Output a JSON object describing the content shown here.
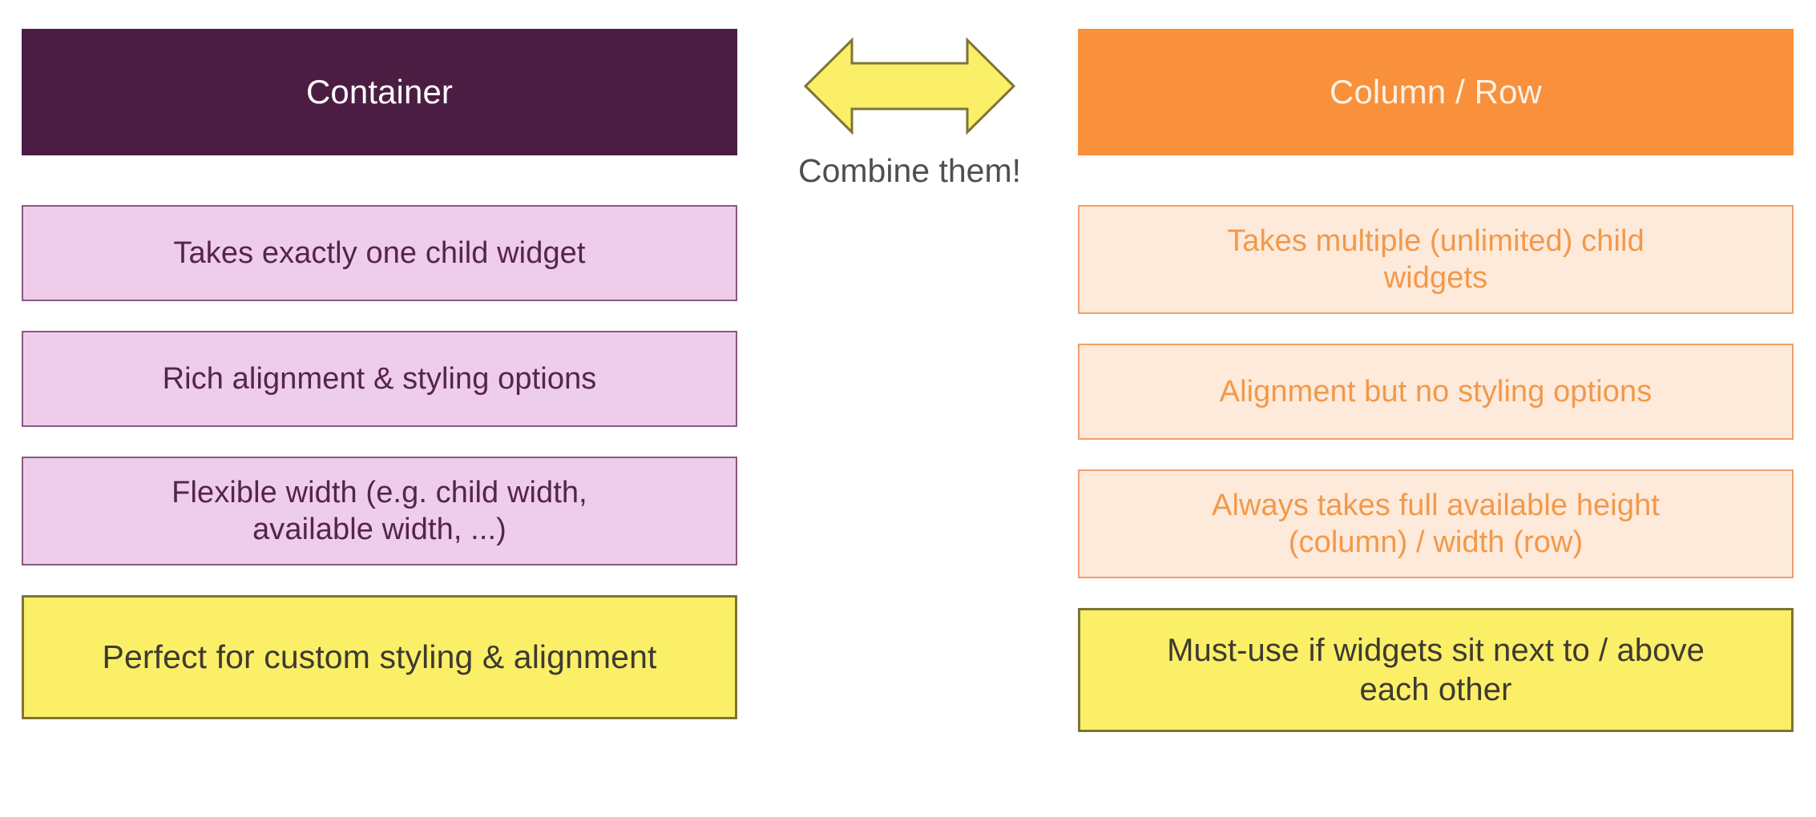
{
  "diagram": {
    "type": "two-column-comparison",
    "middle": {
      "arrow_icon": "double-headed-horizontal-arrow",
      "arrow_fill": "#fbef67",
      "arrow_stroke": "#7d7537",
      "caption": "Combine them!",
      "caption_color": "#4f4f4f"
    },
    "columns": [
      {
        "id": "container",
        "accent": "#4c1d43",
        "fill": "#eecdea",
        "border": "#8a5781",
        "header": "Container",
        "items": [
          {
            "line1": "Takes exactly one child widget",
            "line2": ""
          },
          {
            "line1": "Rich alignment & styling options",
            "line2": ""
          },
          {
            "line1": "Flexible width (e.g. child width,",
            "line2": "available width, ...)"
          }
        ],
        "highlight": {
          "line1": "Perfect for custom styling & alignment",
          "line2": ""
        }
      },
      {
        "id": "column-row",
        "accent": "#f8903c",
        "fill": "#fdeadb",
        "border": "#f0a06a",
        "header": "Column / Row",
        "items": [
          {
            "line1": "Takes multiple (unlimited) child",
            "line2": "widgets"
          },
          {
            "line1": "Alignment but no styling options",
            "line2": ""
          },
          {
            "line1": "Always takes full available height",
            "line2": "(column) / width (row)"
          }
        ],
        "highlight": {
          "line1": "Must-use if widgets sit next to / above",
          "line2": "each other"
        }
      }
    ]
  }
}
